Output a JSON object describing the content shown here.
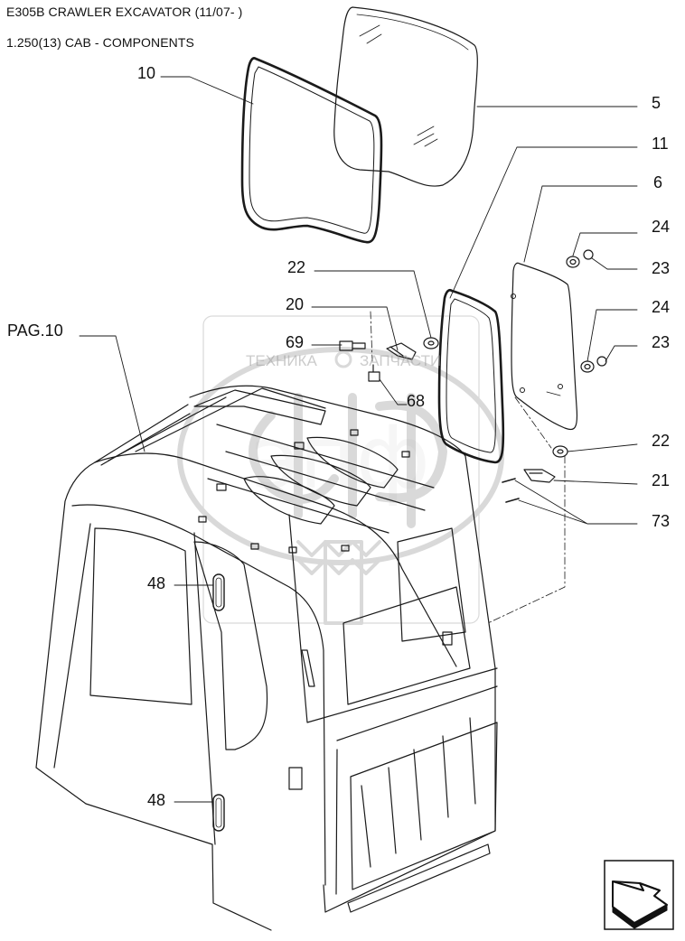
{
  "header": {
    "title": "E305B CRAWLER EXCAVATOR (11/07- )",
    "subtitle": "1.250(13) CAB - COMPONENTS"
  },
  "callouts": [
    {
      "id": "c10",
      "text": "10"
    },
    {
      "id": "c5",
      "text": "5"
    },
    {
      "id": "c11",
      "text": "11"
    },
    {
      "id": "c6",
      "text": "6"
    },
    {
      "id": "c24a",
      "text": "24"
    },
    {
      "id": "c23a",
      "text": "23"
    },
    {
      "id": "c22a",
      "text": "22"
    },
    {
      "id": "c20",
      "text": "20"
    },
    {
      "id": "c24b",
      "text": "24"
    },
    {
      "id": "c69",
      "text": "69"
    },
    {
      "id": "c23b",
      "text": "23"
    },
    {
      "id": "c68",
      "text": "68"
    },
    {
      "id": "cpag",
      "text": "PAG.10"
    },
    {
      "id": "c22b",
      "text": "22"
    },
    {
      "id": "c21",
      "text": "21"
    },
    {
      "id": "c73",
      "text": "73"
    },
    {
      "id": "c48a",
      "text": "48"
    },
    {
      "id": "c48b",
      "text": "48"
    }
  ],
  "watermark": {
    "left_text": "ТЕХНИКА",
    "right_text": "ЗАПЧАСТИ",
    "logo_letters": "эпф"
  },
  "navigation": {
    "icon": "next-page-arrow-icon"
  }
}
